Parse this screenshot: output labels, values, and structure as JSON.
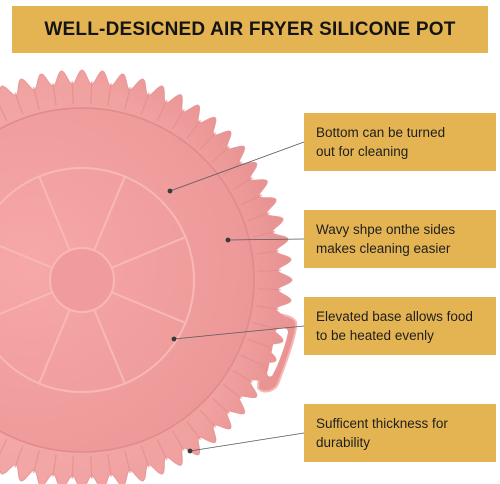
{
  "banner": {
    "title": "WELL-DESICNED AIR FRYER SILICONE POT",
    "color": "#e5b452"
  },
  "product": {
    "name": "silicone-pot",
    "color": "#f2a7a7"
  },
  "callouts": [
    {
      "line1": "Bottom can be turned",
      "line2": "out for cleaning"
    },
    {
      "line1": "Wavy shpe onthe sides",
      "line2": "makes cleaning easier"
    },
    {
      "line1": "Elevated base allows food",
      "line2": "to be heated evenly"
    },
    {
      "line1": "Sufficent thickness for",
      "line2": "durability"
    }
  ]
}
